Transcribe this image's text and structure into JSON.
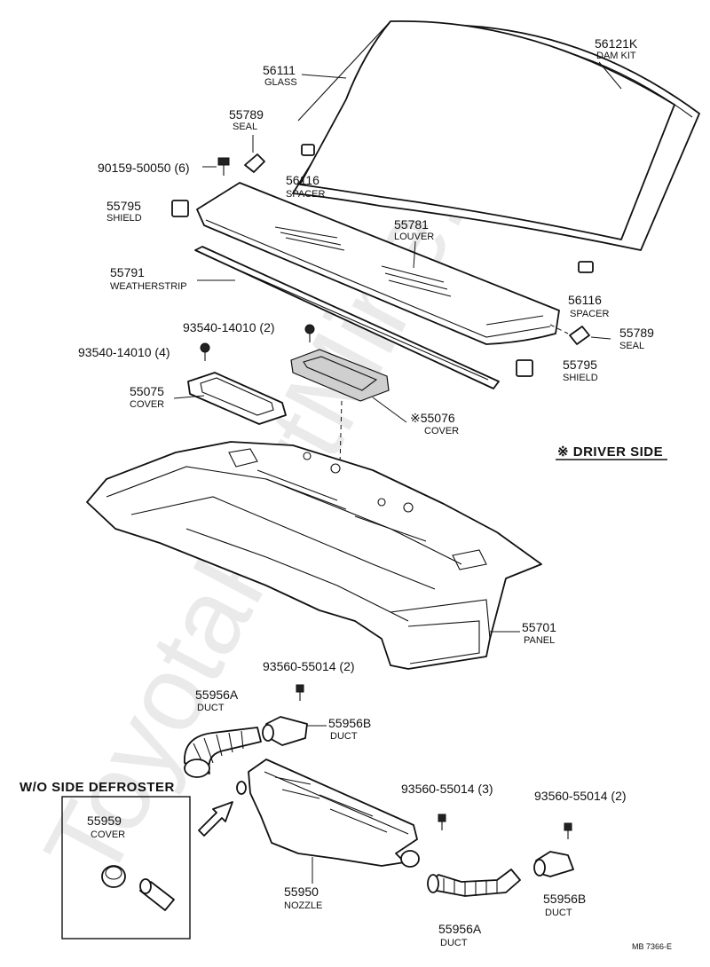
{
  "watermark": "ToyotaPartMine.ru",
  "driver_side_note": "※ DRIVER SIDE",
  "inset_title": "W/O SIDE DEFROSTER",
  "drawing_code": "MB 7366-E",
  "parts": [
    {
      "number": "56111",
      "desc": "GLASS"
    },
    {
      "number": "56121K",
      "desc": "DAM KIT"
    },
    {
      "number": "55789",
      "desc": "SEAL"
    },
    {
      "number": "90159-50050 (6)",
      "desc": ""
    },
    {
      "number": "56116",
      "desc": "SPACER"
    },
    {
      "number": "55795",
      "desc": "SHIELD"
    },
    {
      "number": "55781",
      "desc": "LOUVER"
    },
    {
      "number": "55791",
      "desc": "WEATHERSTRIP"
    },
    {
      "number": "56116",
      "desc": "SPACER"
    },
    {
      "number": "93540-14010 (2)",
      "desc": ""
    },
    {
      "number": "55789",
      "desc": "SEAL"
    },
    {
      "number": "93540-14010 (4)",
      "desc": ""
    },
    {
      "number": "55795",
      "desc": "SHIELD"
    },
    {
      "number": "55075",
      "desc": "COVER"
    },
    {
      "number": "※55076",
      "desc": "COVER"
    },
    {
      "number": "55701",
      "desc": "PANEL"
    },
    {
      "number": "93560-55014 (2)",
      "desc": ""
    },
    {
      "number": "55956A",
      "desc": "DUCT"
    },
    {
      "number": "55956B",
      "desc": "DUCT"
    },
    {
      "number": "55959",
      "desc": "COVER"
    },
    {
      "number": "93560-55014 (3)",
      "desc": ""
    },
    {
      "number": "93560-55014 (2)",
      "desc": ""
    },
    {
      "number": "55950",
      "desc": "NOZZLE"
    },
    {
      "number": "55956B",
      "desc": "DUCT"
    },
    {
      "number": "55956A",
      "desc": "DUCT"
    }
  ]
}
